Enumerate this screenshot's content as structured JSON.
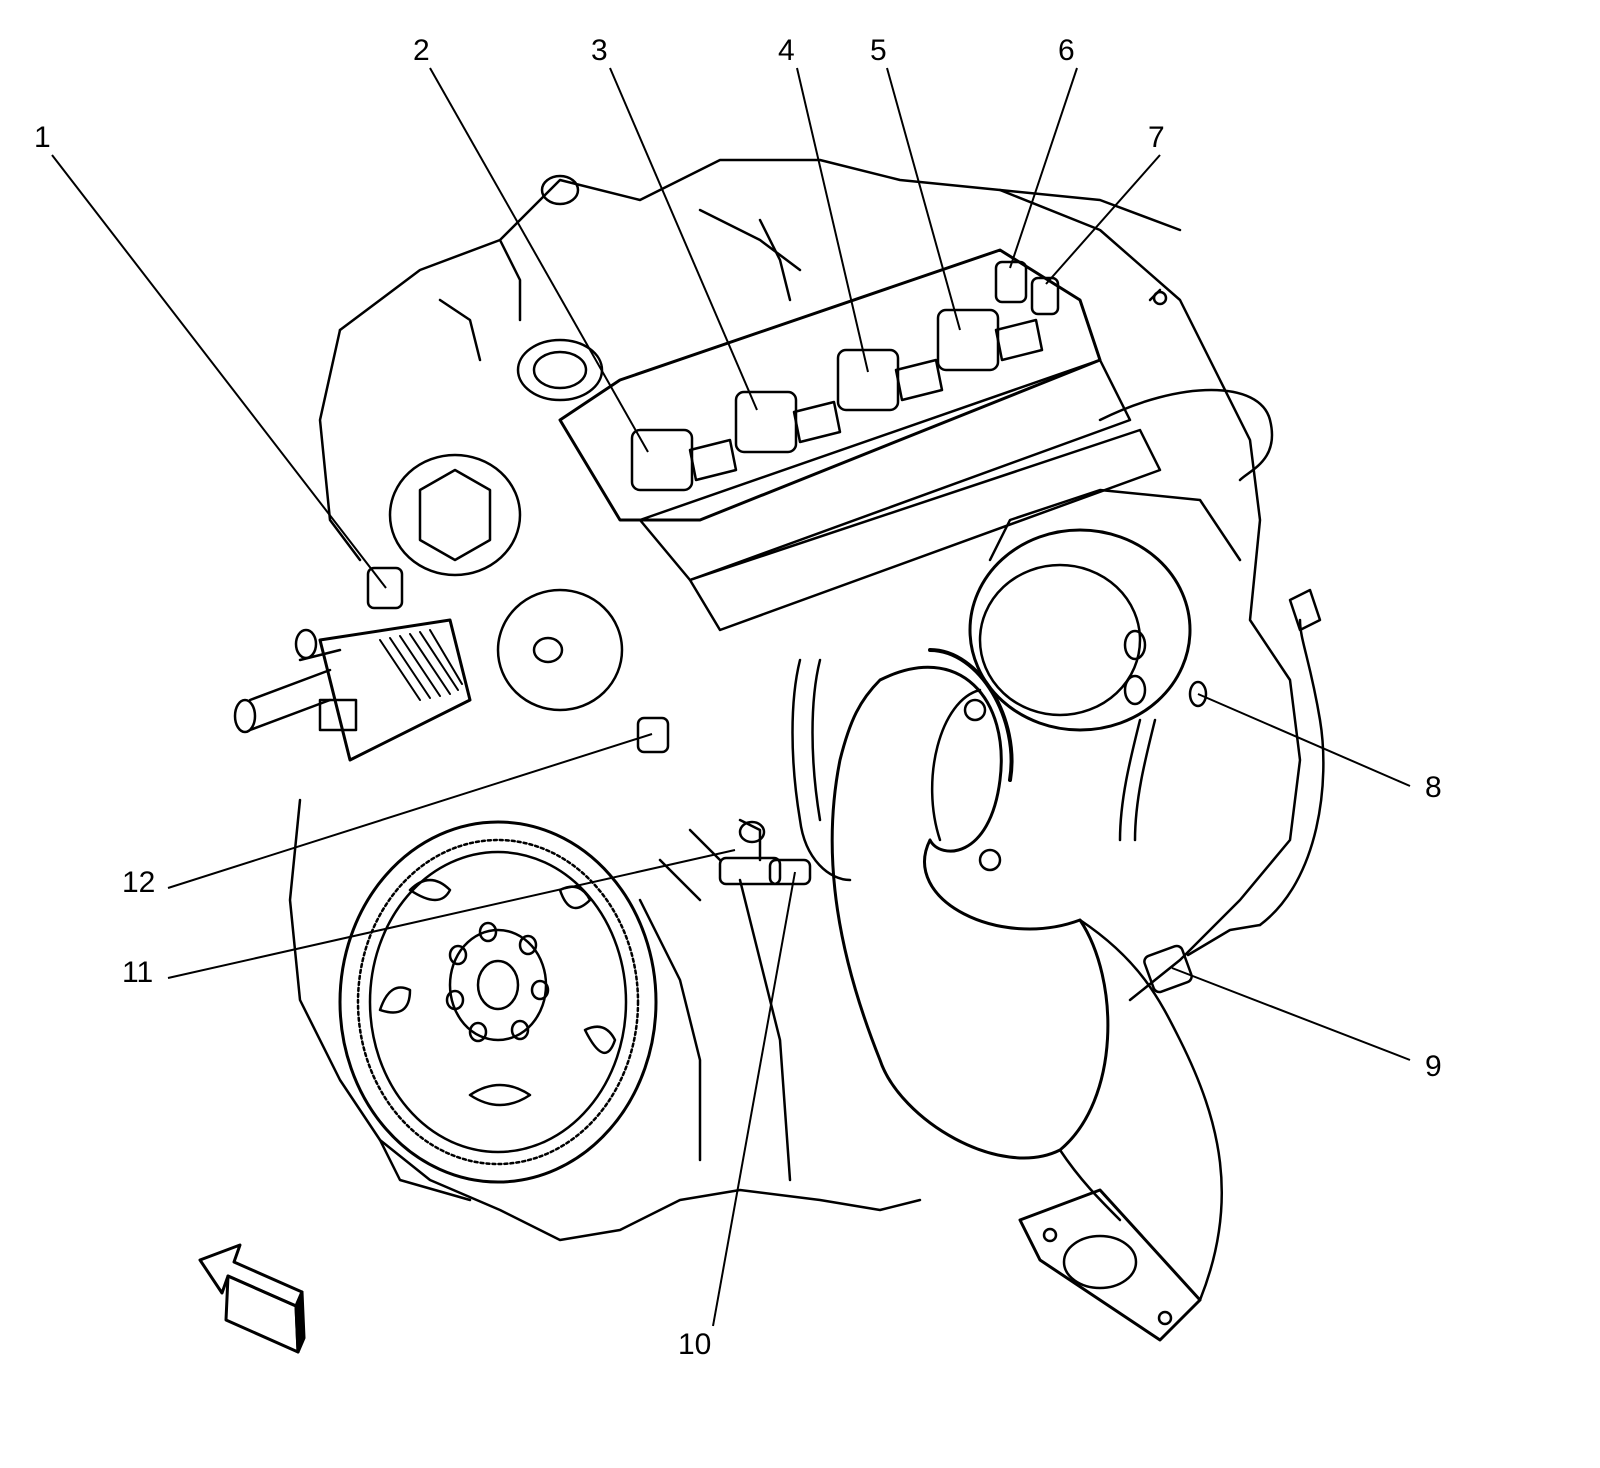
{
  "callouts": [
    {
      "id": "1",
      "label": "1"
    },
    {
      "id": "2",
      "label": "2"
    },
    {
      "id": "3",
      "label": "3"
    },
    {
      "id": "4",
      "label": "4"
    },
    {
      "id": "5",
      "label": "5"
    },
    {
      "id": "6",
      "label": "6"
    },
    {
      "id": "7",
      "label": "7"
    },
    {
      "id": "8",
      "label": "8"
    },
    {
      "id": "9",
      "label": "9"
    },
    {
      "id": "10",
      "label": "10"
    },
    {
      "id": "11",
      "label": "11"
    },
    {
      "id": "12",
      "label": "12"
    }
  ],
  "colors": {
    "line": "#000000",
    "background": "#ffffff"
  },
  "icons": {
    "orientation": "front-direction-arrow-icon"
  }
}
